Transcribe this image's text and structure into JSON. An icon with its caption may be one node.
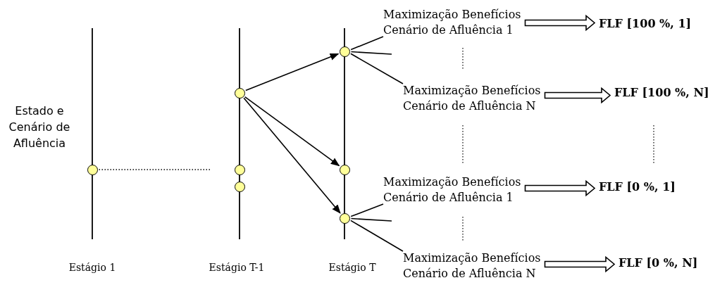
{
  "diagram": {
    "nodes": [
      {
        "text": [],
        "shape": "circle",
        "beside": [
          "Estado e Cenário de Afluência"
        ]
      },
      {
        "text": [],
        "shape": "circle"
      },
      {
        "text": [],
        "shape": "circle"
      },
      {
        "text": [],
        "shape": "circle"
      },
      {
        "text": [],
        "shape": "circle"
      },
      {
        "text": [],
        "shape": "circle"
      },
      {
        "text": [],
        "shape": "circle"
      },
      {
        "text": [
          "Maximização Benefícios Cenário de Afluência 1"
        ]
      },
      {
        "text": [
          "Maximização Benefícios Cenário de Afluência N"
        ]
      },
      {
        "text": [
          "Maximização Benefícios Cenário de Afluência 1"
        ]
      },
      {
        "text": [
          "Maximização Benefícios Cenário de Afluência N"
        ]
      },
      {
        "text": [
          "FLF [100 %, 1]"
        ]
      },
      {
        "text": [
          "FLF [100 %, N]"
        ]
      },
      {
        "text": [
          "FLF [0 %, 1]"
        ]
      },
      {
        "text": [
          "FLF [0 %, N]"
        ]
      }
    ],
    "edges": [
      {
        "from": 0,
        "to": null,
        "arrow": "none",
        "style": "dashed"
      },
      {
        "from": 1,
        "to": 4,
        "arrow": "to"
      },
      {
        "from": 1,
        "to": 5,
        "arrow": "to"
      },
      {
        "from": 1,
        "to": 6,
        "arrow": "to"
      },
      {
        "from": 4,
        "to": 7,
        "arrow": "none"
      },
      {
        "from": 4,
        "to": null,
        "arrow": "none"
      },
      {
        "from": 4,
        "to": 8,
        "arrow": "none"
      },
      {
        "from": 6,
        "to": 9,
        "arrow": "none"
      },
      {
        "from": 6,
        "to": null,
        "arrow": "none"
      },
      {
        "from": 6,
        "to": 10,
        "arrow": "none"
      },
      {
        "from": 7,
        "to": 11,
        "arrow": "to",
        "style": "thick"
      },
      {
        "from": 8,
        "to": 12,
        "arrow": "to",
        "style": "thick"
      },
      {
        "from": 9,
        "to": 13,
        "arrow": "to",
        "style": "thick"
      },
      {
        "from": 10,
        "to": 14,
        "arrow": "to",
        "style": "thick"
      }
    ],
    "labels": [
      "Estágio 1",
      "Estágio T-1",
      "Estágio T"
    ]
  }
}
